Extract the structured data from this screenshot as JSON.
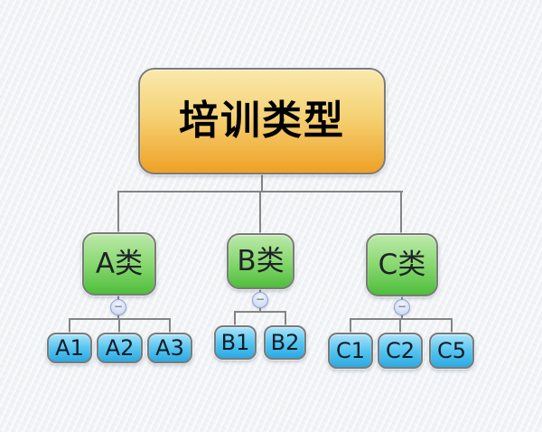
{
  "diagram": {
    "type": "tree",
    "root": {
      "label": "培训类型"
    },
    "branches": [
      {
        "label": "A类",
        "children": [
          "A1",
          "A2",
          "A3"
        ]
      },
      {
        "label": "B类",
        "children": [
          "B1",
          "B2"
        ]
      },
      {
        "label": "C类",
        "children": [
          "C1",
          "C2",
          "C5"
        ]
      }
    ],
    "collapse_glyph": "−",
    "colors": {
      "root_fill_top": "#F9E9AC",
      "root_fill_bottom": "#EEA125",
      "branch_fill_top": "#BCE9AB",
      "branch_fill_bottom": "#4FBE3C",
      "leaf_fill_top": "#A8E3FA",
      "leaf_fill_bottom": "#2BAAE2",
      "node_border": "#7B7B7B",
      "connector_line": "#848484",
      "collapse_fill": "#DDE6F7",
      "collapse_border": "#90A5D2",
      "background": "#F1F3F6"
    }
  }
}
